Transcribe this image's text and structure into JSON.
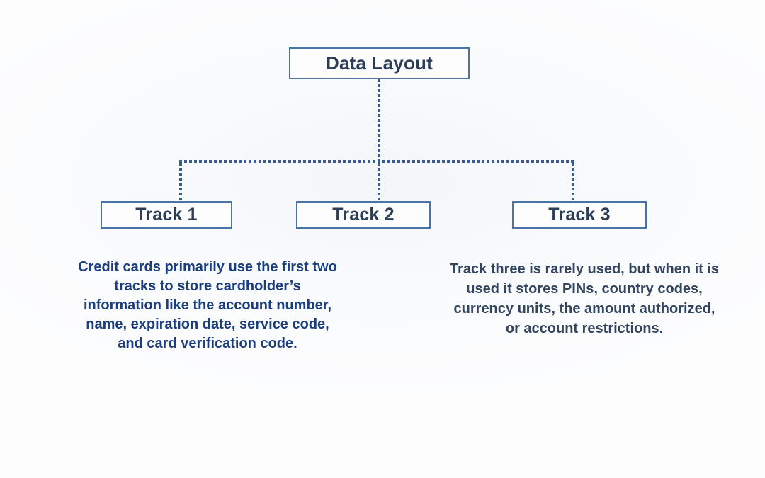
{
  "diagram": {
    "root_label": "Data Layout",
    "tracks": [
      "Track 1",
      "Track 2",
      "Track 3"
    ],
    "notes": [
      {
        "lines": [
          "Credit cards primarily use the first two",
          "tracks to store cardholder’s",
          "information like the account number,",
          "name, expiration date, service code,",
          "and card verification code."
        ]
      },
      {
        "lines": [
          "Track three is rarely used, but when it is",
          "used it stores PINs, country codes,",
          "currency units, the amount authorized,",
          "or account restrictions."
        ]
      }
    ],
    "colors": {
      "box_border": "#4a74a8",
      "box_text": "#2c3e55",
      "connector_dotted": "#3a5a8f",
      "note_left_text": "#1c3e7c",
      "note_right_text": "#33455e",
      "background": "#fdfdfe"
    }
  }
}
